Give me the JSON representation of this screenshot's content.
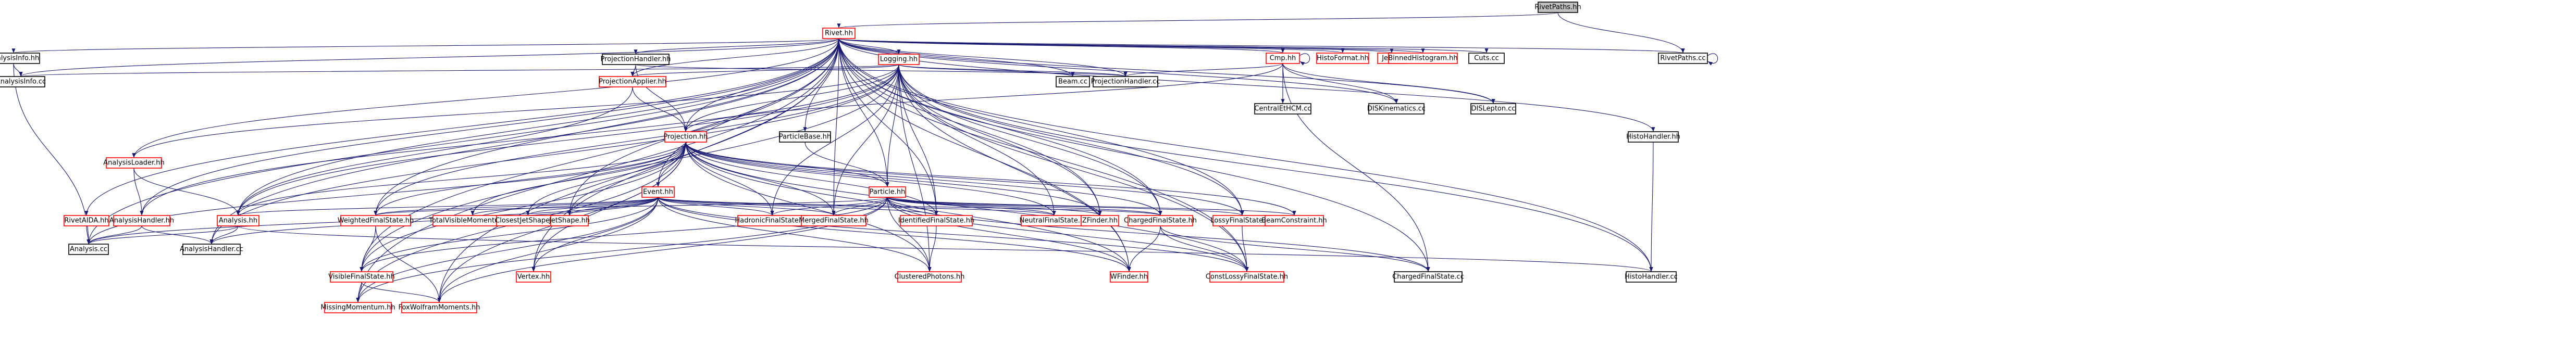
{
  "colors": {
    "edge": "#191970",
    "box_default": "#000000",
    "box_missing": "#ff0000",
    "box_focus_fill": "#bfbfbf",
    "box_fill": "#ffffff",
    "text": "#000000"
  },
  "nodes": [
    {
      "id": "rivetpaths_focus",
      "label": "RivetPaths.hh",
      "style": "focus"
    },
    {
      "id": "rivet_hh",
      "label": "Rivet.hh",
      "style": "missing"
    },
    {
      "id": "analysisinfo_hh",
      "label": "AnalysisInfo.hh",
      "style": "default"
    },
    {
      "id": "analysisinfo_cc",
      "label": "AnalysisInfo.cc",
      "style": "default"
    },
    {
      "id": "projectionhandler_hh",
      "label": "ProjectionHandler.hh",
      "style": "default"
    },
    {
      "id": "logging_hh",
      "label": "Logging.hh",
      "style": "missing"
    },
    {
      "id": "cmp_hh",
      "label": "Cmp.hh",
      "style": "missing"
    },
    {
      "id": "histoformat_hh",
      "label": "HistoFormat.hh",
      "style": "missing"
    },
    {
      "id": "jet_hh",
      "label": "Jet.hh",
      "style": "missing"
    },
    {
      "id": "binnedhistogram_hh",
      "label": "BinnedHistogram.hh",
      "style": "missing"
    },
    {
      "id": "cuts_cc",
      "label": "Cuts.cc",
      "style": "default"
    },
    {
      "id": "rivetpaths_cc",
      "label": "RivetPaths.cc",
      "style": "default"
    },
    {
      "id": "projectionapplier_hh",
      "label": "ProjectionApplier.hh",
      "style": "missing"
    },
    {
      "id": "beam_cc",
      "label": "Beam.cc",
      "style": "default"
    },
    {
      "id": "projectionhandler_cc",
      "label": "ProjectionHandler.cc",
      "style": "default"
    },
    {
      "id": "centraletahcm_cc",
      "label": "CentralEtHCM.cc",
      "style": "default"
    },
    {
      "id": "diskinematics_cc",
      "label": "DISKinematics.cc",
      "style": "default"
    },
    {
      "id": "dislepton_cc",
      "label": "DISLepton.cc",
      "style": "default"
    },
    {
      "id": "histohandler_hh",
      "label": "HistoHandler.hh",
      "style": "default"
    },
    {
      "id": "projection_hh",
      "label": "Projection.hh",
      "style": "missing"
    },
    {
      "id": "particlebase_hh",
      "label": "ParticleBase.hh",
      "style": "default"
    },
    {
      "id": "analysisloader_hh",
      "label": "AnalysisLoader.hh",
      "style": "missing"
    },
    {
      "id": "event_hh",
      "label": "Event.hh",
      "style": "missing"
    },
    {
      "id": "particle_hh",
      "label": "Particle.hh",
      "style": "missing"
    },
    {
      "id": "rivetaida_hh",
      "label": "RivetAIDA.hh",
      "style": "missing"
    },
    {
      "id": "analysishandler_hh",
      "label": "AnalysisHandler.hh",
      "style": "missing"
    },
    {
      "id": "analysis_hh",
      "label": "Analysis.hh",
      "style": "missing"
    },
    {
      "id": "weightedfinalstate_hh",
      "label": "WeightedFinalState.hh",
      "style": "missing"
    },
    {
      "id": "totalvisiblemomentum_hh",
      "label": "TotalVisibleMomentum.hh",
      "style": "missing"
    },
    {
      "id": "closestjetshape_hh",
      "label": "ClosestJetShape.hh",
      "style": "missing"
    },
    {
      "id": "jetshape_hh",
      "label": "JetShape.hh",
      "style": "missing"
    },
    {
      "id": "hadronicfinalstate_hh",
      "label": "HadronicFinalState.hh",
      "style": "missing"
    },
    {
      "id": "mergedfinalstate_hh",
      "label": "MergedFinalState.hh",
      "style": "missing"
    },
    {
      "id": "identifiedfinalstate_hh",
      "label": "IdentifiedFinalState.hh",
      "style": "missing"
    },
    {
      "id": "neutralfinalstate_hh",
      "label": "NeutralFinalState.hh",
      "style": "missing"
    },
    {
      "id": "zfinder_hh",
      "label": "ZFinder.hh",
      "style": "missing"
    },
    {
      "id": "chargedfinalstate_hh",
      "label": "ChargedFinalState.hh",
      "style": "missing"
    },
    {
      "id": "lossyfinalstate_hh",
      "label": "LossyFinalState.hh",
      "style": "missing"
    },
    {
      "id": "beamconstraint_hh",
      "label": "BeamConstraint.hh",
      "style": "missing"
    },
    {
      "id": "analysis_cc",
      "label": "Analysis.cc",
      "style": "default"
    },
    {
      "id": "analysishandler_cc",
      "label": "AnalysisHandler.cc",
      "style": "default"
    },
    {
      "id": "visiblefinalstate_hh",
      "label": "VisibleFinalState.hh",
      "style": "missing"
    },
    {
      "id": "vertex_hh",
      "label": "Vertex.hh",
      "style": "missing"
    },
    {
      "id": "clusteredphotons_hh",
      "label": "ClusteredPhotons.hh",
      "style": "missing"
    },
    {
      "id": "wfinder_hh",
      "label": "WFinder.hh",
      "style": "missing"
    },
    {
      "id": "constlossyfinalstate_hh",
      "label": "ConstLossyFinalState.hh",
      "style": "missing"
    },
    {
      "id": "chargedfinalstate_cc",
      "label": "ChargedFinalState.cc",
      "style": "default"
    },
    {
      "id": "histohandler_cc",
      "label": "HistoHandler.cc",
      "style": "default"
    },
    {
      "id": "missingmomentum_hh",
      "label": "MissingMomentum.hh",
      "style": "missing"
    },
    {
      "id": "foxwolframmoments_hh",
      "label": "FoxWolframMoments.hh",
      "style": "missing"
    }
  ],
  "edges": [
    [
      "rivetpaths_focus",
      "rivet_hh"
    ],
    [
      "rivetpaths_focus",
      "rivetpaths_cc"
    ],
    [
      "rivet_hh",
      "analysisinfo_hh"
    ],
    [
      "rivet_hh",
      "projectionhandler_hh"
    ],
    [
      "rivet_hh",
      "logging_hh"
    ],
    [
      "rivet_hh",
      "cmp_hh"
    ],
    [
      "rivet_hh",
      "histoformat_hh"
    ],
    [
      "rivet_hh",
      "jet_hh"
    ],
    [
      "rivet_hh",
      "binnedhistogram_hh"
    ],
    [
      "rivet_hh",
      "cuts_cc"
    ],
    [
      "rivet_hh",
      "rivetpaths_cc"
    ],
    [
      "rivet_hh",
      "projectionapplier_hh"
    ],
    [
      "rivet_hh",
      "beam_cc"
    ],
    [
      "rivet_hh",
      "projectionhandler_cc"
    ],
    [
      "rivet_hh",
      "diskinematics_cc"
    ],
    [
      "rivet_hh",
      "dislepton_cc"
    ],
    [
      "rivet_hh",
      "histohandler_hh"
    ],
    [
      "rivet_hh",
      "projection_hh"
    ],
    [
      "rivet_hh",
      "particlebase_hh"
    ],
    [
      "rivet_hh",
      "analysisloader_hh"
    ],
    [
      "rivet_hh",
      "event_hh"
    ],
    [
      "rivet_hh",
      "particle_hh"
    ],
    [
      "rivet_hh",
      "rivetaida_hh"
    ],
    [
      "rivet_hh",
      "analysishandler_hh"
    ],
    [
      "rivet_hh",
      "analysis_hh"
    ],
    [
      "rivet_hh",
      "analysis_cc"
    ],
    [
      "rivet_hh",
      "analysishandler_cc"
    ],
    [
      "rivet_hh",
      "weightedfinalstate_hh"
    ],
    [
      "rivet_hh",
      "jetshape_hh"
    ],
    [
      "rivet_hh",
      "mergedfinalstate_hh"
    ],
    [
      "rivet_hh",
      "identifiedfinalstate_hh"
    ],
    [
      "rivet_hh",
      "zfinder_hh"
    ],
    [
      "rivet_hh",
      "chargedfinalstate_hh"
    ],
    [
      "rivet_hh",
      "lossyfinalstate_hh"
    ],
    [
      "rivet_hh",
      "wfinder_hh"
    ],
    [
      "rivet_hh",
      "constlossyfinalstate_hh"
    ],
    [
      "rivet_hh",
      "chargedfinalstate_cc"
    ],
    [
      "rivet_hh",
      "histohandler_cc"
    ],
    [
      "rivet_hh",
      "missingmomentum_hh"
    ],
    [
      "rivet_hh",
      "foxwolframmoments_hh"
    ],
    [
      "rivet_hh",
      "vertex_hh"
    ],
    [
      "rivet_hh",
      "visiblefinalstate_hh"
    ],
    [
      "rivet_hh",
      "analysisinfo_cc"
    ],
    [
      "analysisinfo_hh",
      "analysisinfo_cc"
    ],
    [
      "analysisinfo_hh",
      "analysis_cc"
    ],
    [
      "projectionhandler_hh",
      "projectionapplier_hh"
    ],
    [
      "projectionhandler_hh",
      "projectionhandler_cc"
    ],
    [
      "projectionhandler_hh",
      "projection_hh"
    ],
    [
      "logging_hh",
      "analysisinfo_cc"
    ],
    [
      "logging_hh",
      "projectionapplier_hh"
    ],
    [
      "logging_hh",
      "beam_cc"
    ],
    [
      "logging_hh",
      "projectionhandler_cc"
    ],
    [
      "logging_hh",
      "projection_hh"
    ],
    [
      "logging_hh",
      "particle_hh"
    ],
    [
      "logging_hh",
      "analysis_hh"
    ],
    [
      "logging_hh",
      "analysishandler_hh"
    ],
    [
      "logging_hh",
      "analysisloader_hh"
    ],
    [
      "logging_hh",
      "weightedfinalstate_hh"
    ],
    [
      "logging_hh",
      "hadronicfinalstate_hh"
    ],
    [
      "logging_hh",
      "mergedfinalstate_hh"
    ],
    [
      "logging_hh",
      "identifiedfinalstate_hh"
    ],
    [
      "logging_hh",
      "neutralfinalstate_hh"
    ],
    [
      "logging_hh",
      "zfinder_hh"
    ],
    [
      "logging_hh",
      "chargedfinalstate_hh"
    ],
    [
      "logging_hh",
      "lossyfinalstate_hh"
    ],
    [
      "logging_hh",
      "clusteredphotons_hh"
    ],
    [
      "logging_hh",
      "wfinder_hh"
    ],
    [
      "logging_hh",
      "constlossyfinalstate_hh"
    ],
    [
      "logging_hh",
      "histohandler_cc"
    ],
    [
      "logging_hh",
      "visiblefinalstate_hh"
    ],
    [
      "logging_hh",
      "analysishandler_cc"
    ],
    [
      "cmp_hh",
      "cmp_hh"
    ],
    [
      "cmp_hh",
      "projectionhandler_cc"
    ],
    [
      "cmp_hh",
      "centraletahcm_cc"
    ],
    [
      "cmp_hh",
      "diskinematics_cc"
    ],
    [
      "cmp_hh",
      "dislepton_cc"
    ],
    [
      "cmp_hh",
      "projection_hh"
    ],
    [
      "cmp_hh",
      "chargedfinalstate_cc"
    ],
    [
      "rivetpaths_cc",
      "rivetpaths_cc"
    ],
    [
      "projectionapplier_hh",
      "projection_hh"
    ],
    [
      "projectionapplier_hh",
      "analysis_hh"
    ],
    [
      "histohandler_hh",
      "histohandler_cc"
    ],
    [
      "projection_hh",
      "event_hh"
    ],
    [
      "projection_hh",
      "particle_hh"
    ],
    [
      "projection_hh",
      "analysis_hh"
    ],
    [
      "projection_hh",
      "weightedfinalstate_hh"
    ],
    [
      "projection_hh",
      "totalvisiblemomentum_hh"
    ],
    [
      "projection_hh",
      "closestjetshape_hh"
    ],
    [
      "projection_hh",
      "jetshape_hh"
    ],
    [
      "projection_hh",
      "hadronicfinalstate_hh"
    ],
    [
      "projection_hh",
      "mergedfinalstate_hh"
    ],
    [
      "projection_hh",
      "identifiedfinalstate_hh"
    ],
    [
      "projection_hh",
      "neutralfinalstate_hh"
    ],
    [
      "projection_hh",
      "zfinder_hh"
    ],
    [
      "projection_hh",
      "chargedfinalstate_hh"
    ],
    [
      "projection_hh",
      "lossyfinalstate_hh"
    ],
    [
      "projection_hh",
      "beamconstraint_hh"
    ],
    [
      "projection_hh",
      "visiblefinalstate_hh"
    ],
    [
      "projection_hh",
      "vertex_hh"
    ],
    [
      "projection_hh",
      "clusteredphotons_hh"
    ],
    [
      "projection_hh",
      "wfinder_hh"
    ],
    [
      "projection_hh",
      "constlossyfinalstate_hh"
    ],
    [
      "projection_hh",
      "missingmomentum_hh"
    ],
    [
      "projection_hh",
      "foxwolframmoments_hh"
    ],
    [
      "projection_hh",
      "analysis_cc"
    ],
    [
      "particlebase_hh",
      "particle_hh"
    ],
    [
      "analysisloader_hh",
      "analysis_hh"
    ],
    [
      "analysisloader_hh",
      "analysishandler_hh"
    ],
    [
      "event_hh",
      "analysis_hh"
    ],
    [
      "event_hh",
      "analysis_cc"
    ],
    [
      "event_hh",
      "analysishandler_cc"
    ],
    [
      "event_hh",
      "weightedfinalstate_hh"
    ],
    [
      "event_hh",
      "totalvisiblemomentum_hh"
    ],
    [
      "event_hh",
      "closestjetshape_hh"
    ],
    [
      "event_hh",
      "jetshape_hh"
    ],
    [
      "event_hh",
      "hadronicfinalstate_hh"
    ],
    [
      "event_hh",
      "mergedfinalstate_hh"
    ],
    [
      "event_hh",
      "identifiedfinalstate_hh"
    ],
    [
      "event_hh",
      "neutralfinalstate_hh"
    ],
    [
      "event_hh",
      "chargedfinalstate_hh"
    ],
    [
      "event_hh",
      "visiblefinalstate_hh"
    ],
    [
      "event_hh",
      "vertex_hh"
    ],
    [
      "event_hh",
      "clusteredphotons_hh"
    ],
    [
      "event_hh",
      "wfinder_hh"
    ],
    [
      "event_hh",
      "constlossyfinalstate_hh"
    ],
    [
      "event_hh",
      "missingmomentum_hh"
    ],
    [
      "event_hh",
      "foxwolframmoments_hh"
    ],
    [
      "particle_hh",
      "weightedfinalstate_hh"
    ],
    [
      "particle_hh",
      "hadronicfinalstate_hh"
    ],
    [
      "particle_hh",
      "mergedfinalstate_hh"
    ],
    [
      "particle_hh",
      "identifiedfinalstate_hh"
    ],
    [
      "particle_hh",
      "neutralfinalstate_hh"
    ],
    [
      "particle_hh",
      "zfinder_hh"
    ],
    [
      "particle_hh",
      "chargedfinalstate_hh"
    ],
    [
      "particle_hh",
      "lossyfinalstate_hh"
    ],
    [
      "particle_hh",
      "beamconstraint_hh"
    ],
    [
      "particle_hh",
      "visiblefinalstate_hh"
    ],
    [
      "particle_hh",
      "clusteredphotons_hh"
    ],
    [
      "particle_hh",
      "wfinder_hh"
    ],
    [
      "particle_hh",
      "constlossyfinalstate_hh"
    ],
    [
      "particle_hh",
      "missingmomentum_hh"
    ],
    [
      "particle_hh",
      "foxwolframmoments_hh"
    ],
    [
      "particle_hh",
      "chargedfinalstate_cc"
    ],
    [
      "rivetaida_hh",
      "analysis_cc"
    ],
    [
      "analysishandler_hh",
      "analysis_cc"
    ],
    [
      "analysishandler_hh",
      "analysishandler_cc"
    ],
    [
      "analysis_hh",
      "analysis_cc"
    ],
    [
      "analysis_hh",
      "analysishandler_cc"
    ],
    [
      "analysis_hh",
      "histohandler_cc"
    ],
    [
      "weightedfinalstate_hh",
      "visiblefinalstate_hh"
    ],
    [
      "weightedfinalstate_hh",
      "foxwolframmoments_hh"
    ],
    [
      "identifiedfinalstate_hh",
      "clusteredphotons_hh"
    ],
    [
      "chargedfinalstate_hh",
      "wfinder_hh"
    ],
    [
      "chargedfinalstate_hh",
      "constlossyfinalstate_hh"
    ],
    [
      "chargedfinalstate_hh",
      "chargedfinalstate_cc"
    ],
    [
      "lossyfinalstate_hh",
      "constlossyfinalstate_hh"
    ],
    [
      "visiblefinalstate_hh",
      "missingmomentum_hh"
    ],
    [
      "visiblefinalstate_hh",
      "foxwolframmoments_hh"
    ]
  ]
}
